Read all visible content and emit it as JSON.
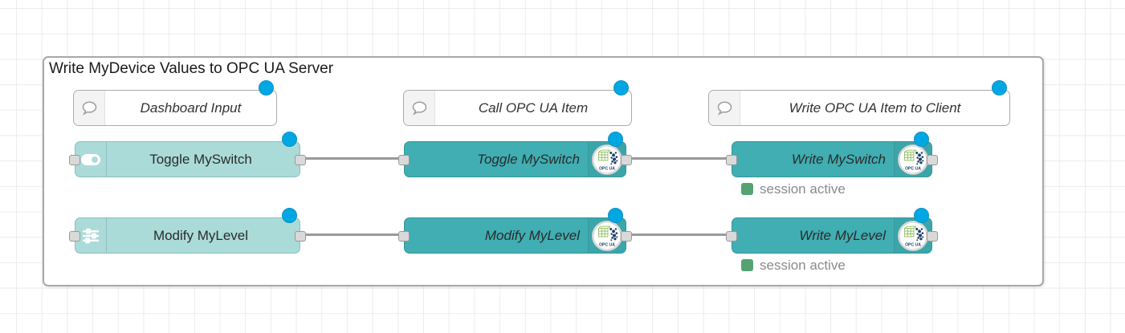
{
  "group": {
    "title": "Write MyDevice Values to OPC UA Server"
  },
  "comments": [
    {
      "label": "Dashboard Input"
    },
    {
      "label": "Call OPC UA Item"
    },
    {
      "label": "Write OPC UA Item to Client"
    }
  ],
  "nodes": {
    "toggle_input": {
      "label": "Toggle MySwitch",
      "icon": "toggle-icon"
    },
    "modify_input": {
      "label": "Modify MyLevel",
      "icon": "sliders-icon"
    },
    "toggle_call": {
      "label": "Toggle MySwitch",
      "icon": "opcua-icon"
    },
    "modify_call": {
      "label": "Modify MyLevel",
      "icon": "opcua-icon"
    },
    "write_switch": {
      "label": "Write MySwitch",
      "icon": "opcua-icon",
      "status": "session active"
    },
    "write_level": {
      "label": "Write MyLevel",
      "icon": "opcua-icon",
      "status": "session active"
    }
  },
  "opcua_badge": "OPC UA",
  "colors": {
    "node_light_teal": "#aadbd9",
    "node_teal": "#40aeb3",
    "changed_indicator_blue": "#00a7e3",
    "status_green": "#55a371",
    "wire_gray": "#999999",
    "group_border": "#a8a8a8"
  }
}
